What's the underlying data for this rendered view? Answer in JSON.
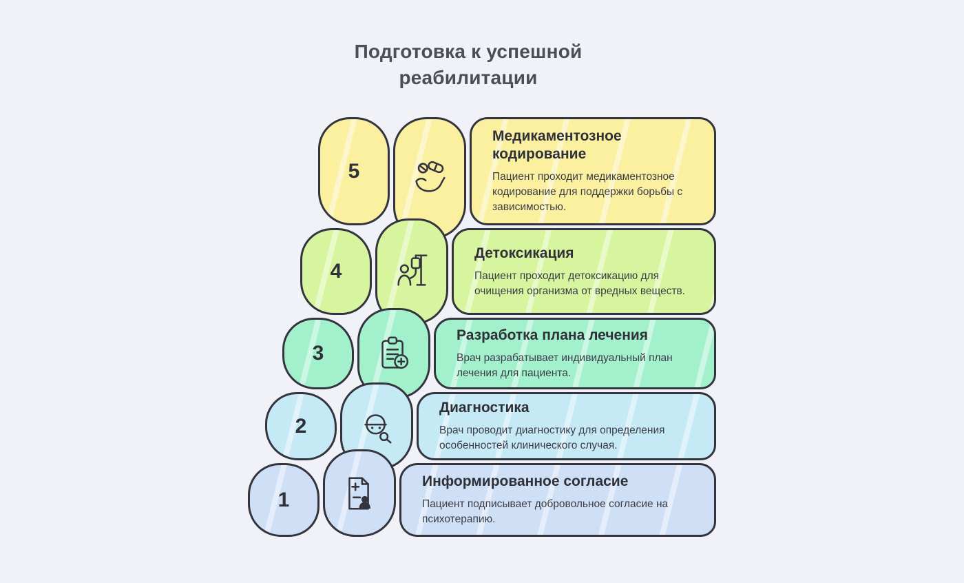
{
  "page": {
    "background": "#f1f2f7",
    "title": {
      "line1": "Подготовка к успешной",
      "line2": "реабилитации"
    }
  },
  "colors": {
    "outline": "#34343e",
    "title_text": "#4c4d57",
    "heading_text": "#2f3038",
    "body_text": "#3b3c45"
  },
  "steps": [
    {
      "number": "5",
      "title": "Медикаментозное кодирование",
      "description": "Пациент проходит медикаментозное кодирование для поддержки борьбы с зависимостью.",
      "color": "#faf0a0",
      "icon": "pills-in-hand-icon"
    },
    {
      "number": "4",
      "title": "Детоксикация",
      "description": "Пациент проходит детоксикацию для очищения организма от вредных веществ.",
      "color": "#d7f59e",
      "icon": "iv-drip-icon"
    },
    {
      "number": "3",
      "title": "Разработка плана лечения",
      "description": "Врач разрабатывает индивидуальный план лечения для пациента.",
      "color": "#a3f0cd",
      "icon": "treatment-plan-clipboard-icon"
    },
    {
      "number": "2",
      "title": "Диагностика",
      "description": "Врач проводит диагностику для определения особенностей клинического случая.",
      "color": "#c6e9f6",
      "icon": "doctor-diagnostics-icon"
    },
    {
      "number": "1",
      "title": "Информированное согласие",
      "description": "Пациент подписывает добровольное согласие на психотерапию.",
      "color": "#cfe0f6",
      "icon": "consent-document-icon"
    }
  ]
}
